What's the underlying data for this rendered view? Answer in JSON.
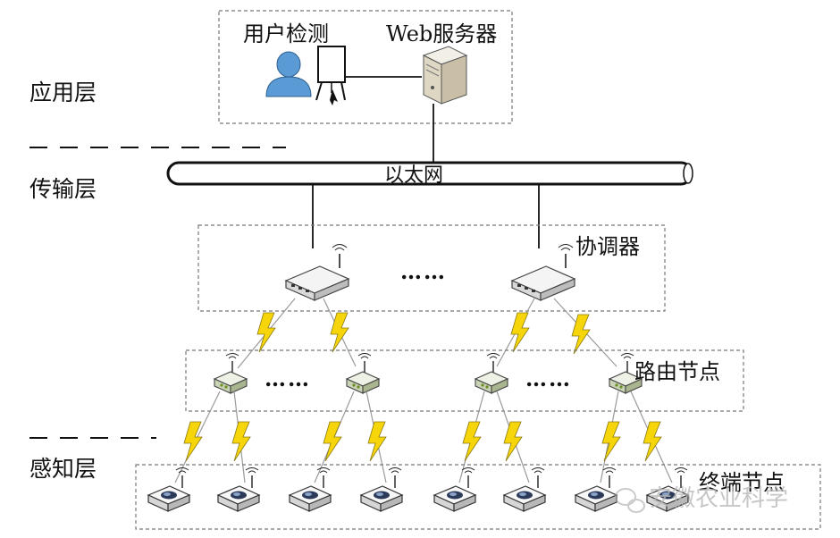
{
  "layers": {
    "application": "应用层",
    "transport": "传输层",
    "perception": "感知层"
  },
  "top_box": {
    "user_monitor_label": "用户检测",
    "web_server_label": "Web服务器"
  },
  "network": {
    "ethernet_label": "以太网"
  },
  "coordinator": {
    "label": "协调器",
    "ellipsis": "……"
  },
  "router": {
    "label": "路由节点",
    "ellipsis_left": "……",
    "ellipsis_right": "……"
  },
  "endnode": {
    "label": "终端节点"
  },
  "watermark": {
    "text": "安徽农业科学"
  },
  "icons": {
    "user": "user-icon",
    "board": "presentation-board-icon",
    "server": "server-icon",
    "coordinator": "router-device-icon",
    "router_node": "router-node-icon",
    "end_node": "end-node-icon",
    "wireless": "lightning-icon",
    "watermark_logo": "wechat-logo-icon"
  },
  "colors": {
    "lightning": "#f6d50a",
    "user": "#5b9bd5",
    "device": "#f0f0f0",
    "router_accent": "#6b8e23"
  }
}
